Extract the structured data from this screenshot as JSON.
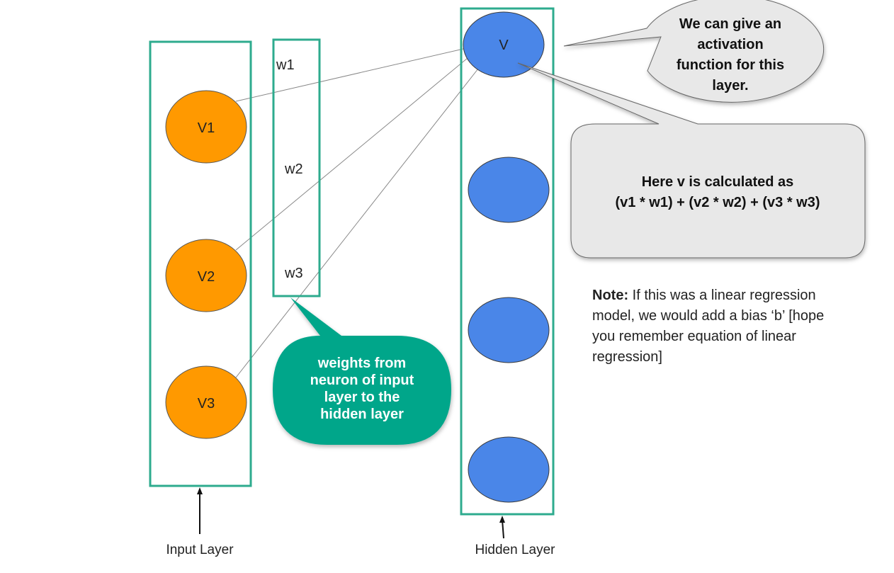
{
  "input_layer": {
    "label": "Input Layer",
    "neurons": [
      "V1",
      "V2",
      "V3"
    ]
  },
  "weights": {
    "labels": [
      "w1",
      "w2",
      "w3"
    ],
    "callout": [
      "weights from",
      "neuron of input",
      "layer to the",
      "hidden layer"
    ]
  },
  "hidden_layer": {
    "label": "Hidden Layer",
    "neurons": [
      "V",
      "",
      "",
      ""
    ]
  },
  "activation_callout": [
    "We can give an",
    "activation",
    "function for this",
    "layer."
  ],
  "formula_callout": [
    "Here v is calculated as",
    "(v1 * w1) + (v2 * w2) + (v3 * w3)"
  ],
  "note": {
    "heading": "Note:",
    "text": " If this was a linear regression model, we would add a bias ‘b’ [hope you remember equation of linear regression]"
  },
  "colors": {
    "frame": "#2eab8e",
    "input_neuron": "#ff9900",
    "hidden_neuron": "#4a86e8",
    "teal_callout": "#00a68a",
    "gray_callout": "#e8e8e8"
  }
}
